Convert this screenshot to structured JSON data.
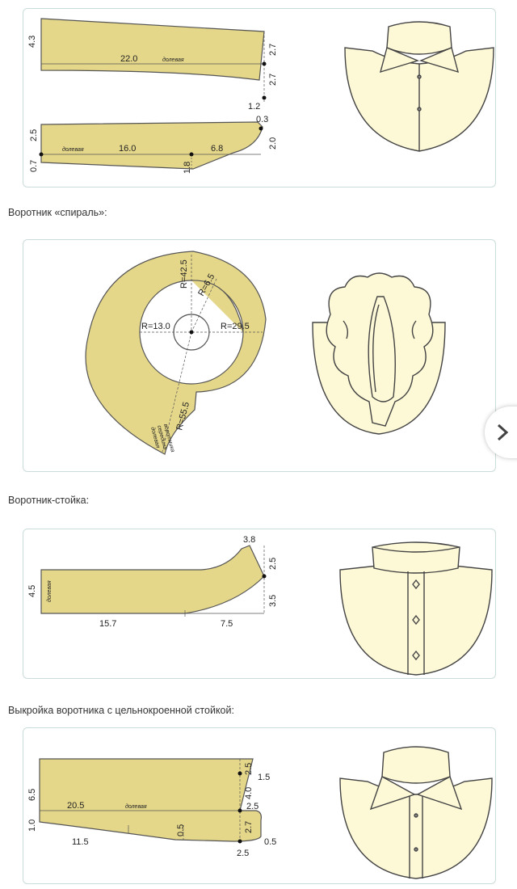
{
  "colors": {
    "pattern_fill": "#e5d78a",
    "pattern_stroke": "#555555",
    "garment_fill": "#fdf8d6",
    "panel_border": "#c9dcda"
  },
  "sections": [
    {
      "heading": "",
      "labels": {
        "d1": "4.3",
        "d2": "22.0",
        "d3": "долевая",
        "d4": "2.7",
        "d5": "2.7",
        "d6": "1.2",
        "d7": "2.5",
        "d8": "долевая",
        "d9": "16.0",
        "d10": "6.8",
        "d11": "0.3",
        "d12": "2.0",
        "d13": "0.7",
        "d14": "1.8"
      }
    },
    {
      "heading": "Воротник «спираль»:",
      "labels": {
        "r1": "R=42.5",
        "r2": "R=6.5",
        "r3": "R=13.0",
        "r4": "R=29.5",
        "r5": "R=55.5",
        "r6": "долевая",
        "r7": "середина",
        "r8": "воротника"
      }
    },
    {
      "heading": "Воротник-стойка:",
      "labels": {
        "s1": "3.8",
        "s2": "2.5",
        "s3": "4.5",
        "s4": "долевая",
        "s5": "3.5",
        "s6": "15.7",
        "s7": "7.5"
      }
    },
    {
      "heading": "Выкройка воротника с цельнокроенной стойкой:",
      "labels": {
        "c1": "2.5",
        "c2": "1.5",
        "c3": "6.5",
        "c4": "4.0",
        "c5": "20.5",
        "c6": "долевая",
        "c7": "2.5",
        "c8": "1.0",
        "c9": "0.5",
        "c10": "2.7",
        "c11": "11.5",
        "c12": "0.5",
        "c13": "2.5"
      }
    }
  ],
  "nav_icon": "chevron-right-icon"
}
